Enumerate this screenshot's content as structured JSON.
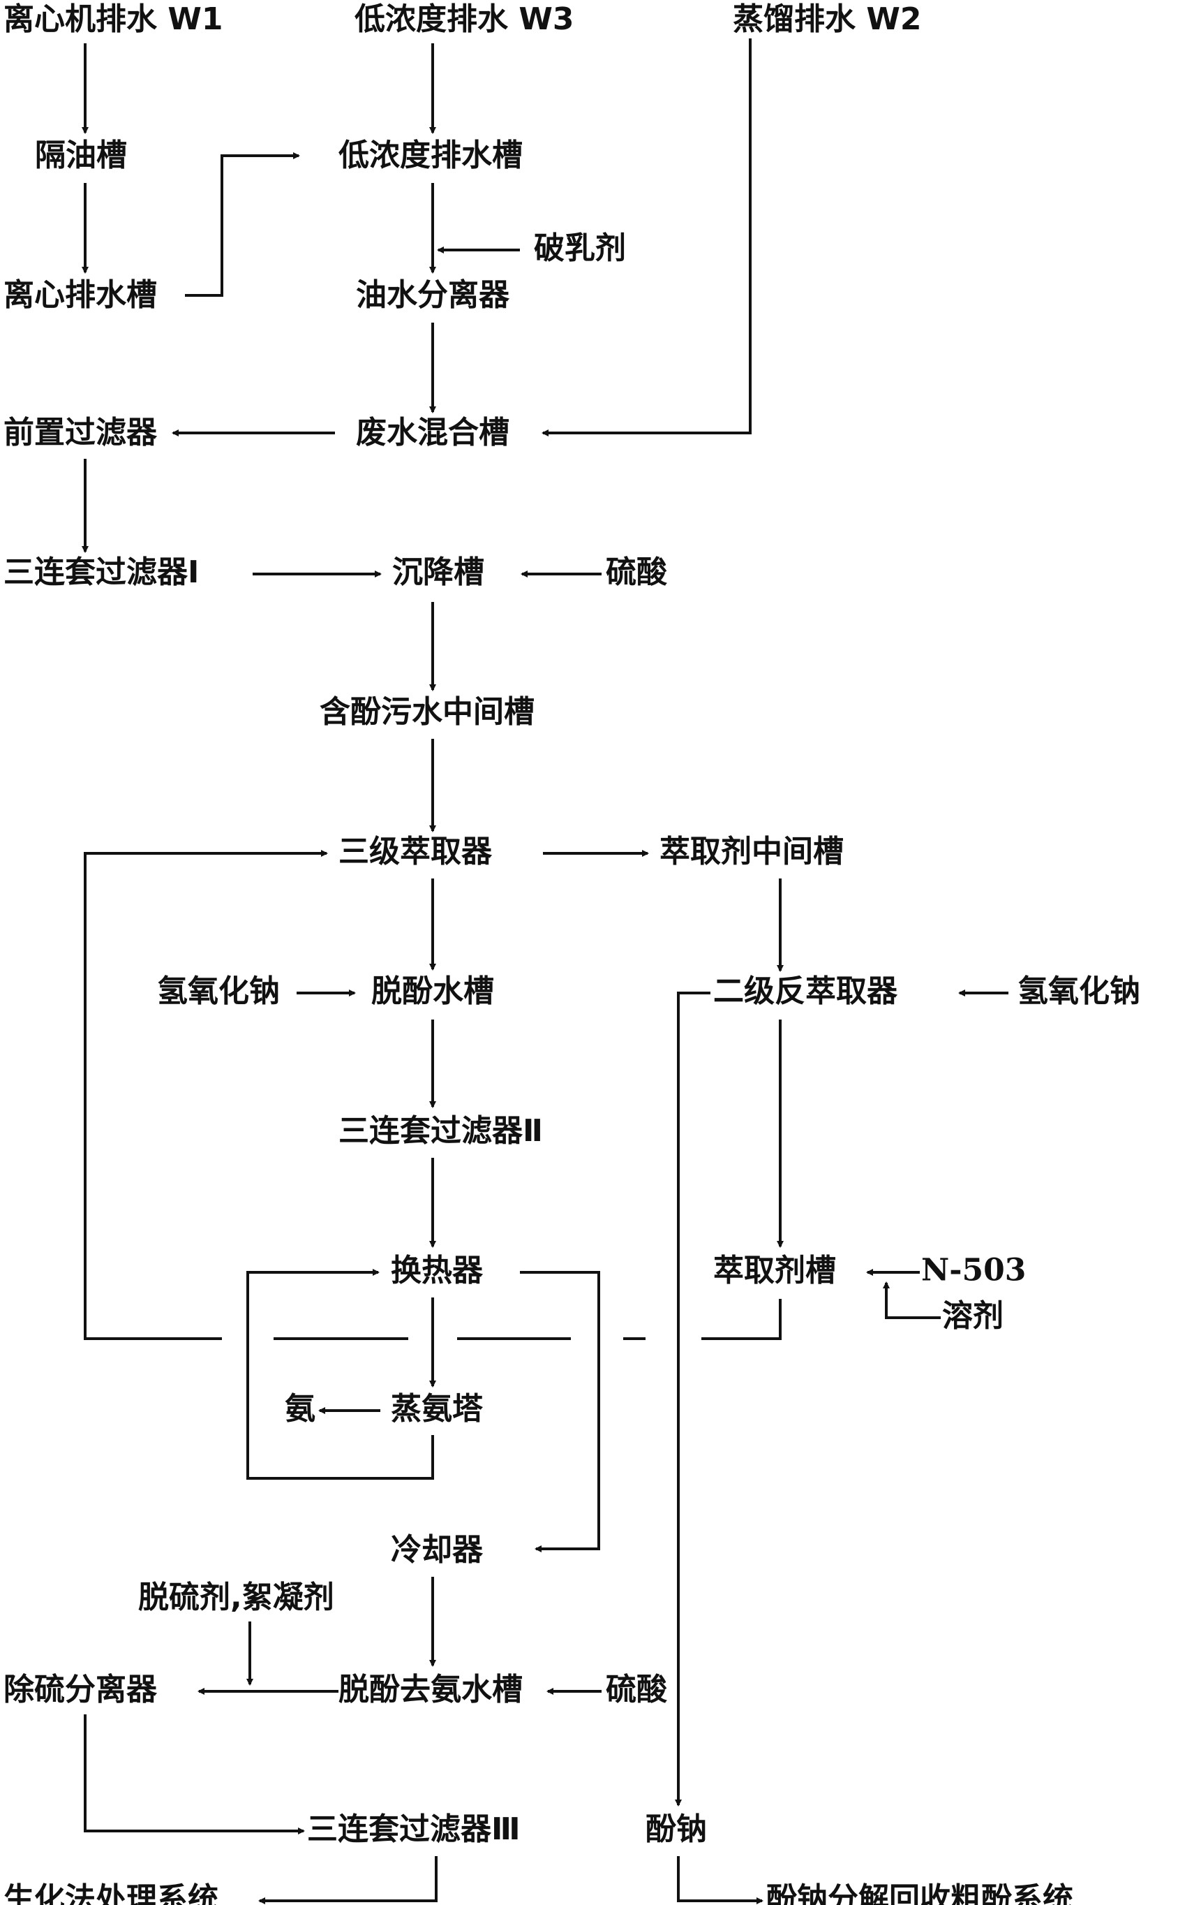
{
  "nodes": {
    "centrifuge_drain_w1": "离心机排水 W1",
    "low_conc_drain_w3": "低浓度排水 W3",
    "distill_drain_w2": "蒸馏排水 W2",
    "oil_trap_tank": "隔油槽",
    "low_conc_drain_tank": "低浓度排水槽",
    "demulsifier": "破乳剂",
    "centrifuge_drain_tank": "离心排水槽",
    "oil_water_separator": "油水分离器",
    "pre_filter": "前置过滤器",
    "wastewater_mix_tank": "废水混合槽",
    "triple_filter_1": "三连套过滤器Ⅰ",
    "settling_tank": "沉降槽",
    "sulfuric_acid_1": "硫酸",
    "phenolic_intermediate_tank": "含酚污水中间槽",
    "three_stage_extractor": "三级萃取器",
    "extractant_intermediate_tank": "萃取剂中间槽",
    "naoh_1": "氢氧化钠",
    "dephenolized_water_tank": "脱酚水槽",
    "two_stage_back_extractor": "二级反萃取器",
    "naoh_2": "氢氧化钠",
    "triple_filter_2": "三连套过滤器Ⅱ",
    "heat_exchanger": "换热器",
    "extractant_tank": "萃取剂槽",
    "n503": "N-503",
    "solvent": "溶剂",
    "ammonia": "氨",
    "ammonia_stripper": "蒸氨塔",
    "cooler": "冷却器",
    "desulfurizer_flocculant": "脱硫剂,絮凝剂",
    "desulfur_separator": "除硫分离器",
    "dephenol_deammonia_tank": "脱酚去氨水槽",
    "sulfuric_acid_2": "硫酸",
    "triple_filter_3": "三连套过滤器Ⅲ",
    "sodium_phenolate": "酚钠",
    "biochemical_treatment": "生化法处理系统",
    "phenolate_recovery": "酚钠分解回收粗酚系统"
  }
}
